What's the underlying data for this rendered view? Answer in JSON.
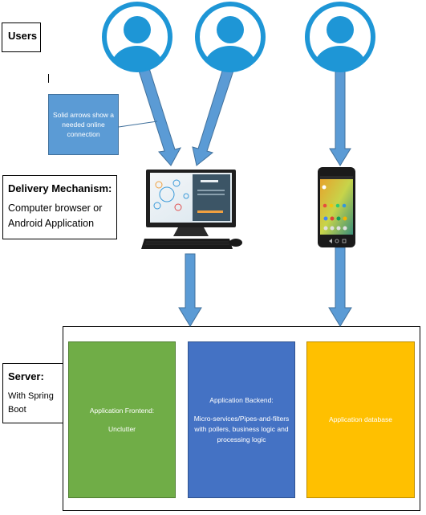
{
  "users_label": "Users",
  "callout_text": "Solid arrows show a needed online connection",
  "delivery": {
    "title": "Delivery Mechanism:",
    "description": "Computer browser or Android Application"
  },
  "server": {
    "title": "Server:",
    "description": "With Spring Boot"
  },
  "components": {
    "frontend": {
      "title": "Application Frontend:",
      "body": "Unclutter",
      "color": "#70ad47"
    },
    "backend": {
      "title": "Application Backend:",
      "body": "Micro-services/Pipes-and-filters with pollers, business logic and processing logic",
      "color": "#4472c4"
    },
    "database": {
      "title": "Application database",
      "color": "#ffc000"
    }
  },
  "colors": {
    "user_icon": "#1e96d6",
    "arrow": "#5b9bd5",
    "arrow_stroke": "#41719c"
  },
  "icons": [
    "user-icon",
    "computer-icon",
    "phone-icon"
  ]
}
